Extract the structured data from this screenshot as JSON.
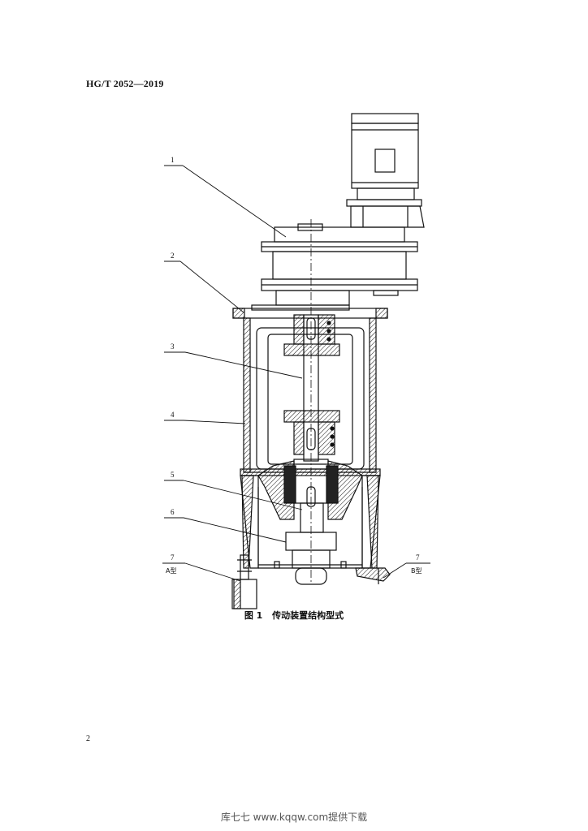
{
  "header": {
    "standard_code": "HG/T 2052—2019"
  },
  "figure": {
    "caption_number": "图 1",
    "caption_title": "传动装置结构型式",
    "callouts": [
      "1",
      "2",
      "3",
      "4",
      "5",
      "6",
      "7",
      "7"
    ],
    "type_labels": {
      "a": "A型",
      "b": "B型"
    }
  },
  "footer": {
    "page_number": "2",
    "watermark": "库七七 www.kqqw.com提供下载"
  }
}
